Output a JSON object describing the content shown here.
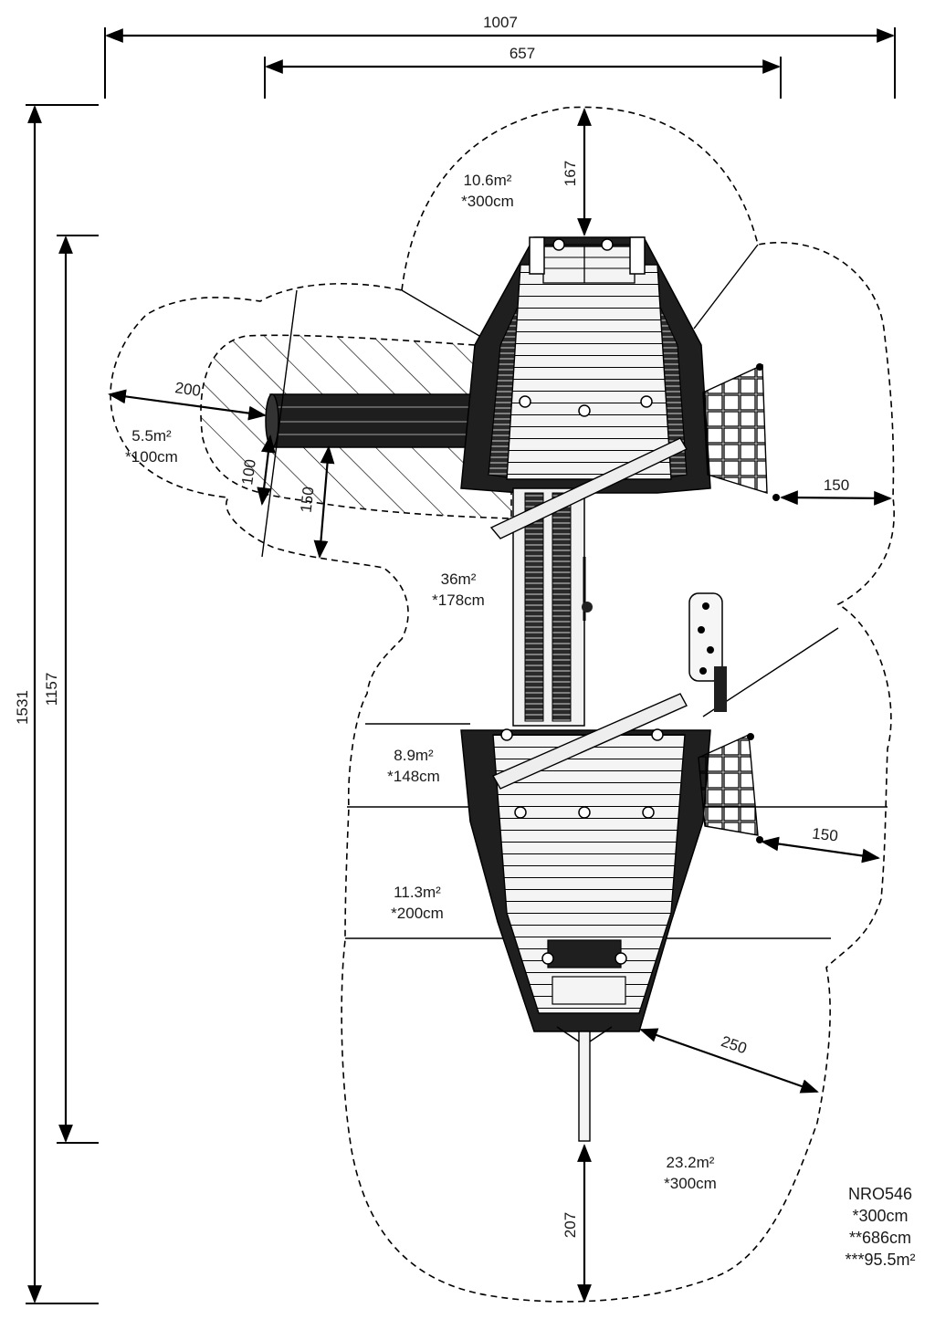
{
  "dimensions": {
    "overall_width": "1007",
    "structure_width": "657",
    "overall_length": "1531",
    "structure_length": "1157",
    "top_clearance": "167",
    "bottom_clearance": "207",
    "slide_clearance_200": "200",
    "slide_clearance_100": "100",
    "slide_clearance_150": "150",
    "net_clearance_upper": "150",
    "net_clearance_lower": "150",
    "bow_clearance": "250"
  },
  "zones": {
    "top": {
      "area": "10.6m²",
      "height": "*300cm"
    },
    "slide": {
      "area": "5.5m²",
      "height": "*100cm"
    },
    "middle": {
      "area": "36m²",
      "height": "*178cm"
    },
    "deck_upper": {
      "area": "8.9m²",
      "height": "*148cm"
    },
    "deck_lower": {
      "area": "11.3m²",
      "height": "*200cm"
    },
    "bottom": {
      "area": "23.2m²",
      "height": "*300cm"
    }
  },
  "product": {
    "code": "NRO546",
    "line1": "*300cm",
    "line2": "**686cm",
    "line3": "***95.5m²"
  },
  "colors": {
    "ink": "#000000",
    "paper": "#ffffff",
    "wood": "#f3f3f3"
  }
}
